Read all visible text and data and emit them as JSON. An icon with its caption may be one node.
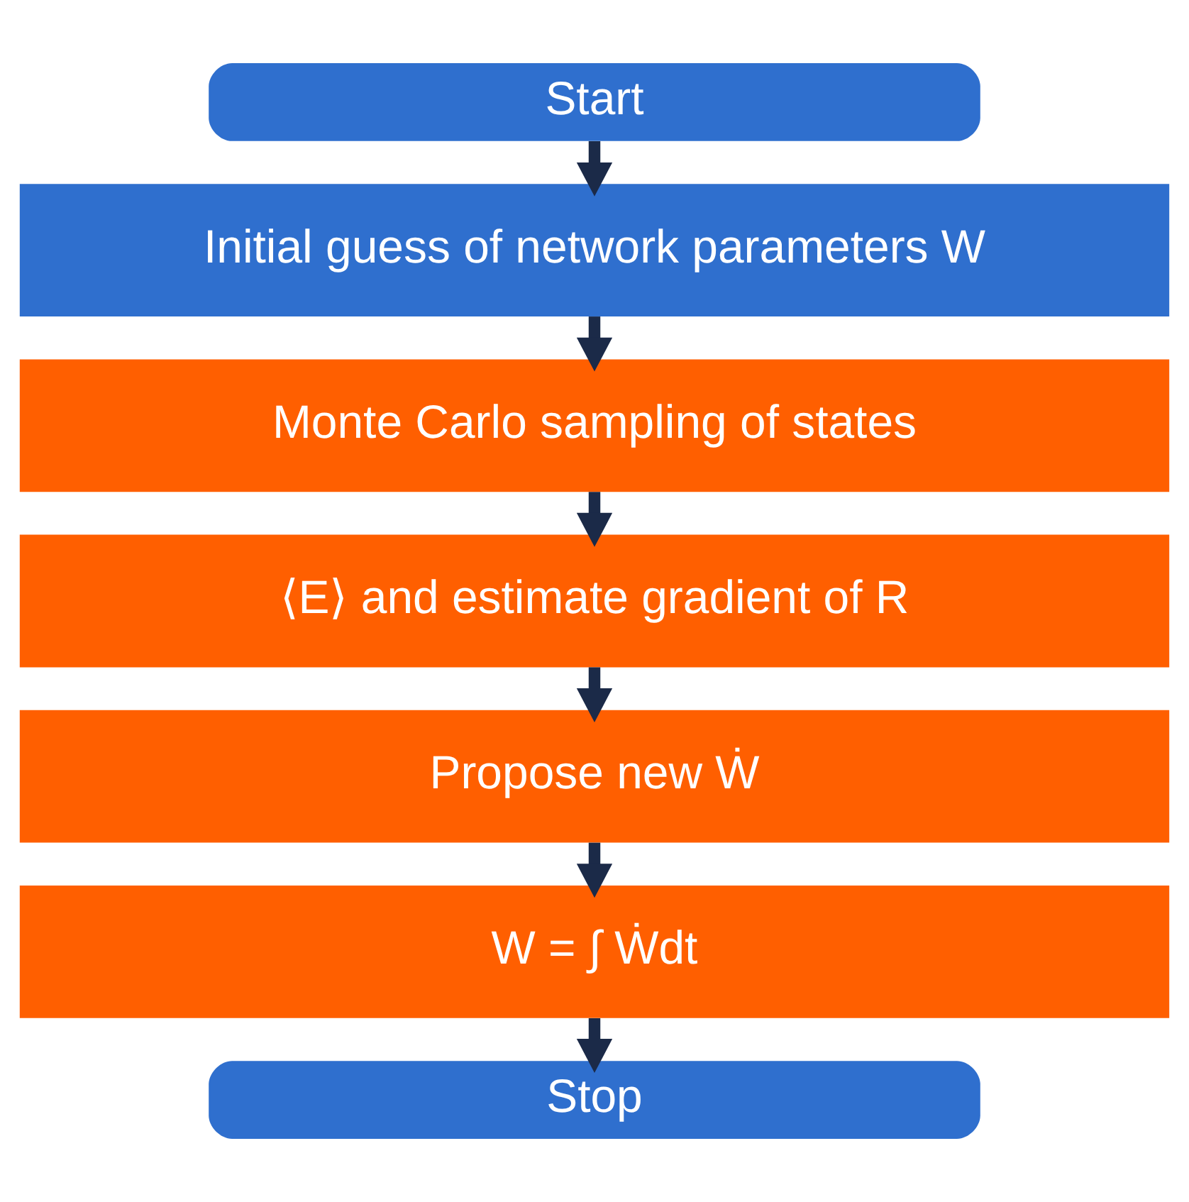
{
  "diagram": {
    "nodes": [
      {
        "text": [
          "Start"
        ]
      },
      {
        "text": [
          "Initial guess of network parameters W"
        ]
      },
      {
        "text": [
          "Monte Carlo sampling of states"
        ]
      },
      {
        "text": [
          "⟨E⟩ and estimate gradient of R"
        ]
      },
      {
        "text": [
          "Propose new Ẇ"
        ]
      },
      {
        "text": [
          "W = ∫ Ẇdt"
        ]
      },
      {
        "text": [
          "Stop"
        ]
      }
    ],
    "edges": [
      {
        "from": 0,
        "to": 1,
        "arrow": "to"
      },
      {
        "from": 1,
        "to": 2,
        "arrow": "to"
      },
      {
        "from": 2,
        "to": 3,
        "arrow": "to"
      },
      {
        "from": 3,
        "to": 4,
        "arrow": "to"
      },
      {
        "from": 4,
        "to": 5,
        "arrow": "to"
      },
      {
        "from": 5,
        "to": 6,
        "arrow": "to"
      }
    ]
  }
}
